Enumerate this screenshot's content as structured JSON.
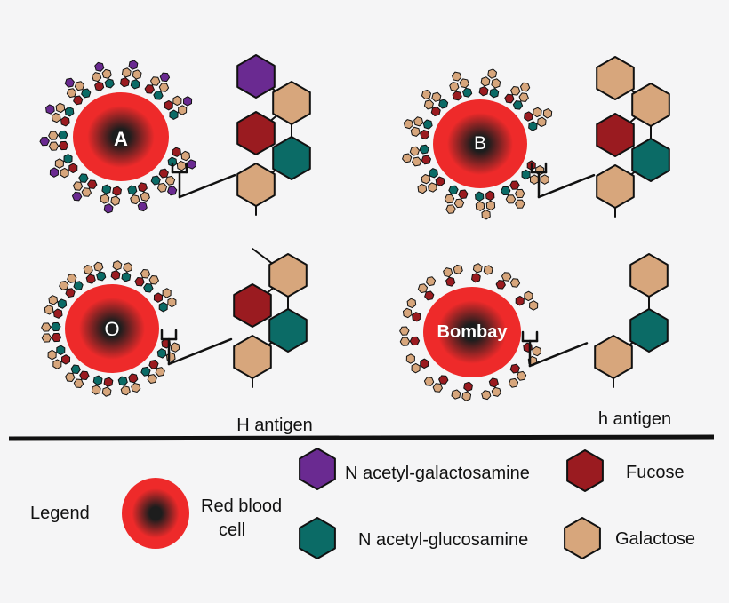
{
  "colors": {
    "galnac": "#6a2a91",
    "fucose": "#9a1b20",
    "glcnac": "#0b6b66",
    "galactose": "#d7a67c",
    "outline": "#111111",
    "cell_outer": "#ee2a2a",
    "cell_inner": "#1d1d1d",
    "background": "#f5f5f6"
  },
  "cells": {
    "a": {
      "label": "A"
    },
    "b": {
      "label": "B"
    },
    "o": {
      "label": "O"
    },
    "bombay": {
      "label": "Bombay"
    }
  },
  "antigen_captions": {
    "h_upper": "H antigen",
    "h_lower": "h antigen"
  },
  "legend": {
    "title": "Legend",
    "rbc_line1": "Red blood",
    "rbc_line2": "cell",
    "galnac": "N acetyl-galactosamine",
    "fucose": "Fucose",
    "glcnac": "N acetyl-glucosamine",
    "galactose": "Galactose"
  }
}
